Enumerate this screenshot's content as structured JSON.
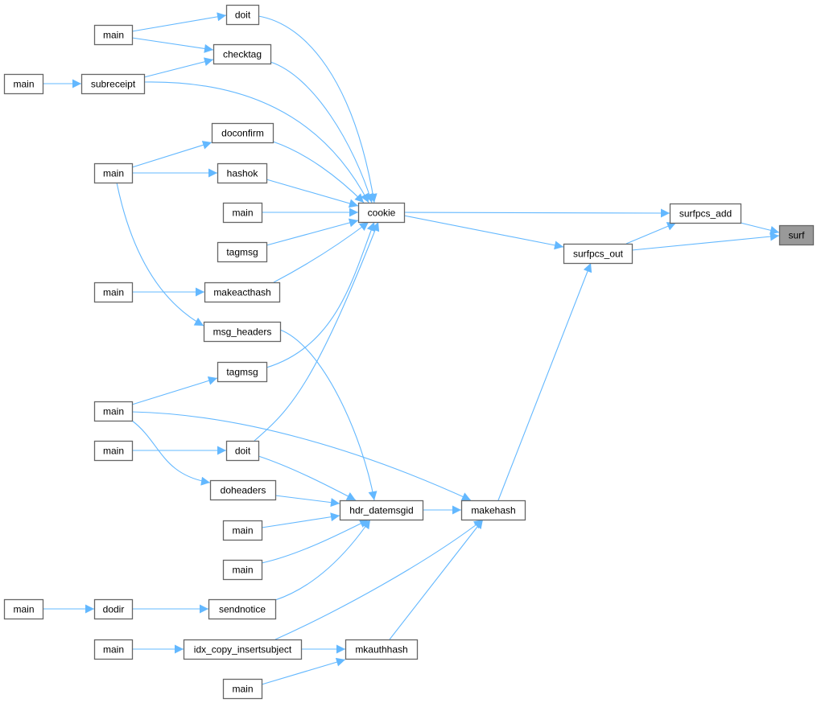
{
  "title": "surf caller graph",
  "colors": {
    "edge": "#63b8ff",
    "node_border": "#666666",
    "highlight_fill": "#999999"
  },
  "nodes": [
    {
      "id": "surf",
      "label": "surf",
      "highlighted": true
    },
    {
      "id": "surfpcs_add",
      "label": "surfpcs_add"
    },
    {
      "id": "surfpcs_out",
      "label": "surfpcs_out"
    },
    {
      "id": "cookie",
      "label": "cookie"
    },
    {
      "id": "makehash",
      "label": "makehash"
    },
    {
      "id": "hdr_datemsgid",
      "label": "hdr_datemsgid"
    },
    {
      "id": "mkauthhash",
      "label": "mkauthhash"
    },
    {
      "id": "doit1",
      "label": "doit"
    },
    {
      "id": "checktag",
      "label": "checktag"
    },
    {
      "id": "subreceipt",
      "label": "subreceipt"
    },
    {
      "id": "doconfirm",
      "label": "doconfirm"
    },
    {
      "id": "hashok",
      "label": "hashok"
    },
    {
      "id": "main3",
      "label": "main"
    },
    {
      "id": "tagmsg1",
      "label": "tagmsg"
    },
    {
      "id": "makeacthash",
      "label": "makeacthash"
    },
    {
      "id": "msg_headers",
      "label": "msg_headers"
    },
    {
      "id": "tagmsg2",
      "label": "tagmsg"
    },
    {
      "id": "doit2",
      "label": "doit"
    },
    {
      "id": "doheaders",
      "label": "doheaders"
    },
    {
      "id": "main7",
      "label": "main"
    },
    {
      "id": "main8",
      "label": "main"
    },
    {
      "id": "sendnotice",
      "label": "sendnotice"
    },
    {
      "id": "idx",
      "label": "idx_copy_insertsubject"
    },
    {
      "id": "main11",
      "label": "main"
    },
    {
      "id": "main0",
      "label": "main"
    },
    {
      "id": "main1",
      "label": "main"
    },
    {
      "id": "main2",
      "label": "main"
    },
    {
      "id": "main4",
      "label": "main"
    },
    {
      "id": "main5",
      "label": "main"
    },
    {
      "id": "main6",
      "label": "main"
    },
    {
      "id": "dodir",
      "label": "dodir"
    },
    {
      "id": "main9",
      "label": "main"
    },
    {
      "id": "main10",
      "label": "main"
    }
  ],
  "edges": [
    [
      "main1",
      "doit1"
    ],
    [
      "main1",
      "checktag"
    ],
    [
      "subreceipt",
      "checktag"
    ],
    [
      "main0",
      "subreceipt"
    ],
    [
      "doit1",
      "cookie"
    ],
    [
      "checktag",
      "cookie"
    ],
    [
      "subreceipt",
      "cookie"
    ],
    [
      "main2",
      "doconfirm"
    ],
    [
      "main2",
      "hashok"
    ],
    [
      "main2",
      "msg_headers"
    ],
    [
      "doconfirm",
      "cookie"
    ],
    [
      "hashok",
      "cookie"
    ],
    [
      "main3",
      "cookie"
    ],
    [
      "tagmsg1",
      "cookie"
    ],
    [
      "makeacthash",
      "cookie"
    ],
    [
      "main4",
      "makeacthash"
    ],
    [
      "tagmsg2",
      "cookie"
    ],
    [
      "main5",
      "tagmsg2"
    ],
    [
      "main5",
      "makehash"
    ],
    [
      "main5",
      "doheaders"
    ],
    [
      "main6",
      "doit2"
    ],
    [
      "doit2",
      "cookie"
    ],
    [
      "doit2",
      "hdr_datemsgid"
    ],
    [
      "msg_headers",
      "hdr_datemsgid"
    ],
    [
      "doheaders",
      "hdr_datemsgid"
    ],
    [
      "main7",
      "hdr_datemsgid"
    ],
    [
      "main8",
      "hdr_datemsgid"
    ],
    [
      "sendnotice",
      "hdr_datemsgid"
    ],
    [
      "dodir",
      "sendnotice"
    ],
    [
      "main9",
      "dodir"
    ],
    [
      "main10",
      "idx"
    ],
    [
      "idx",
      "mkauthhash"
    ],
    [
      "idx",
      "makehash"
    ],
    [
      "mkauthhash",
      "makehash"
    ],
    [
      "main11",
      "mkauthhash"
    ],
    [
      "hdr_datemsgid",
      "makehash"
    ],
    [
      "makehash",
      "surfpcs_out"
    ],
    [
      "cookie",
      "surfpcs_add"
    ],
    [
      "cookie",
      "surfpcs_out"
    ],
    [
      "surfpcs_out",
      "surfpcs_add"
    ],
    [
      "surfpcs_add",
      "surf"
    ],
    [
      "surfpcs_out",
      "surf"
    ]
  ]
}
